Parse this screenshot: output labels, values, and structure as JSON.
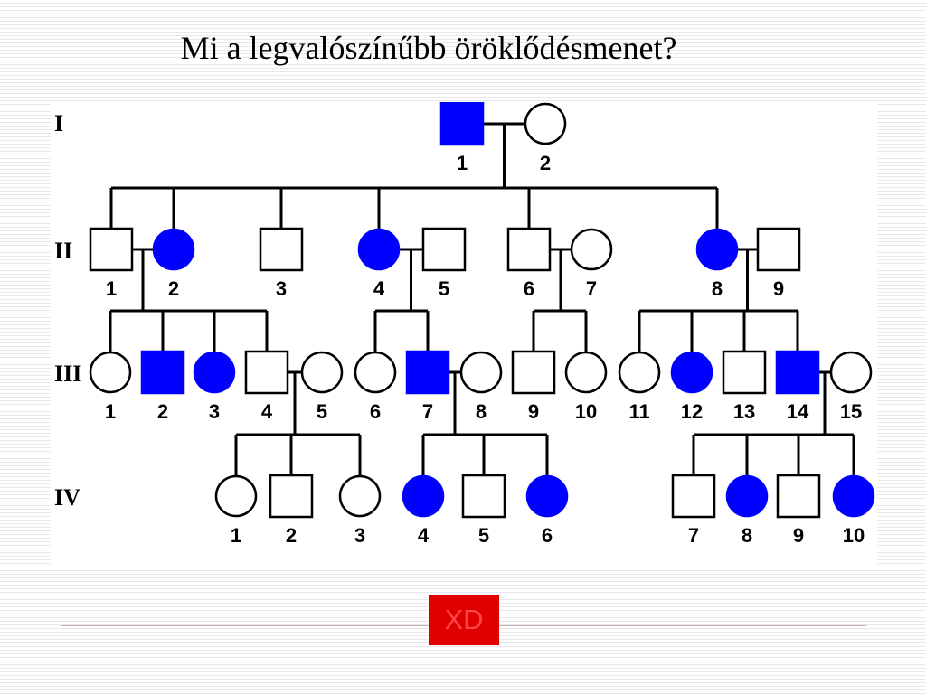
{
  "slide": {
    "title": "Mi a legvalószínűbb öröklődésmenet?",
    "button_label": "XD"
  },
  "colors": {
    "affected": "#0000ff",
    "unaffected": "#ffffff",
    "line": "#000000",
    "button_bg": "#e00000",
    "button_text": "#ff4646"
  },
  "pedigree": {
    "generations": [
      {
        "label": "I",
        "members": [
          {
            "id": "1",
            "sex": "male",
            "affected": true
          },
          {
            "id": "2",
            "sex": "female",
            "affected": false
          }
        ]
      },
      {
        "label": "II",
        "members": [
          {
            "id": "1",
            "sex": "male",
            "affected": false
          },
          {
            "id": "2",
            "sex": "female",
            "affected": true
          },
          {
            "id": "3",
            "sex": "male",
            "affected": false
          },
          {
            "id": "4",
            "sex": "female",
            "affected": true
          },
          {
            "id": "5",
            "sex": "male",
            "affected": false
          },
          {
            "id": "6",
            "sex": "male",
            "affected": false
          },
          {
            "id": "7",
            "sex": "female",
            "affected": false
          },
          {
            "id": "8",
            "sex": "female",
            "affected": true
          },
          {
            "id": "9",
            "sex": "male",
            "affected": false
          }
        ]
      },
      {
        "label": "III",
        "members": [
          {
            "id": "1",
            "sex": "female",
            "affected": false
          },
          {
            "id": "2",
            "sex": "male",
            "affected": true
          },
          {
            "id": "3",
            "sex": "female",
            "affected": true
          },
          {
            "id": "4",
            "sex": "male",
            "affected": false
          },
          {
            "id": "5",
            "sex": "female",
            "affected": false
          },
          {
            "id": "6",
            "sex": "female",
            "affected": false
          },
          {
            "id": "7",
            "sex": "male",
            "affected": true
          },
          {
            "id": "8",
            "sex": "female",
            "affected": false
          },
          {
            "id": "9",
            "sex": "male",
            "affected": false
          },
          {
            "id": "10",
            "sex": "female",
            "affected": false
          },
          {
            "id": "11",
            "sex": "female",
            "affected": false
          },
          {
            "id": "12",
            "sex": "female",
            "affected": true
          },
          {
            "id": "13",
            "sex": "male",
            "affected": false
          },
          {
            "id": "14",
            "sex": "male",
            "affected": true
          },
          {
            "id": "15",
            "sex": "female",
            "affected": false
          }
        ]
      },
      {
        "label": "IV",
        "members": [
          {
            "id": "1",
            "sex": "female",
            "affected": false
          },
          {
            "id": "2",
            "sex": "male",
            "affected": false
          },
          {
            "id": "3",
            "sex": "female",
            "affected": false
          },
          {
            "id": "4",
            "sex": "female",
            "affected": true
          },
          {
            "id": "5",
            "sex": "male",
            "affected": false
          },
          {
            "id": "6",
            "sex": "female",
            "affected": true
          },
          {
            "id": "7",
            "sex": "male",
            "affected": false
          },
          {
            "id": "8",
            "sex": "female",
            "affected": true
          },
          {
            "id": "9",
            "sex": "male",
            "affected": false
          },
          {
            "id": "10",
            "sex": "female",
            "affected": true
          }
        ]
      }
    ],
    "matings": [
      {
        "gen": 0,
        "a": 0,
        "b": 1,
        "children": [
          0,
          1,
          2,
          3,
          5,
          7
        ]
      },
      {
        "gen": 1,
        "a": 0,
        "b": 1,
        "children": [
          0,
          1,
          2,
          3
        ]
      },
      {
        "gen": 1,
        "a": 3,
        "b": 4,
        "children": [
          5,
          6
        ]
      },
      {
        "gen": 1,
        "a": 5,
        "b": 6,
        "children": [
          8,
          9
        ]
      },
      {
        "gen": 1,
        "a": 7,
        "b": 8,
        "children": [
          10,
          11,
          12,
          13
        ]
      },
      {
        "gen": 2,
        "a": 3,
        "b": 4,
        "children": [
          0,
          1,
          2
        ]
      },
      {
        "gen": 2,
        "a": 6,
        "b": 7,
        "children": [
          3,
          4,
          5
        ]
      },
      {
        "gen": 2,
        "a": 13,
        "b": 14,
        "children": [
          6,
          7,
          8,
          9
        ]
      }
    ]
  }
}
